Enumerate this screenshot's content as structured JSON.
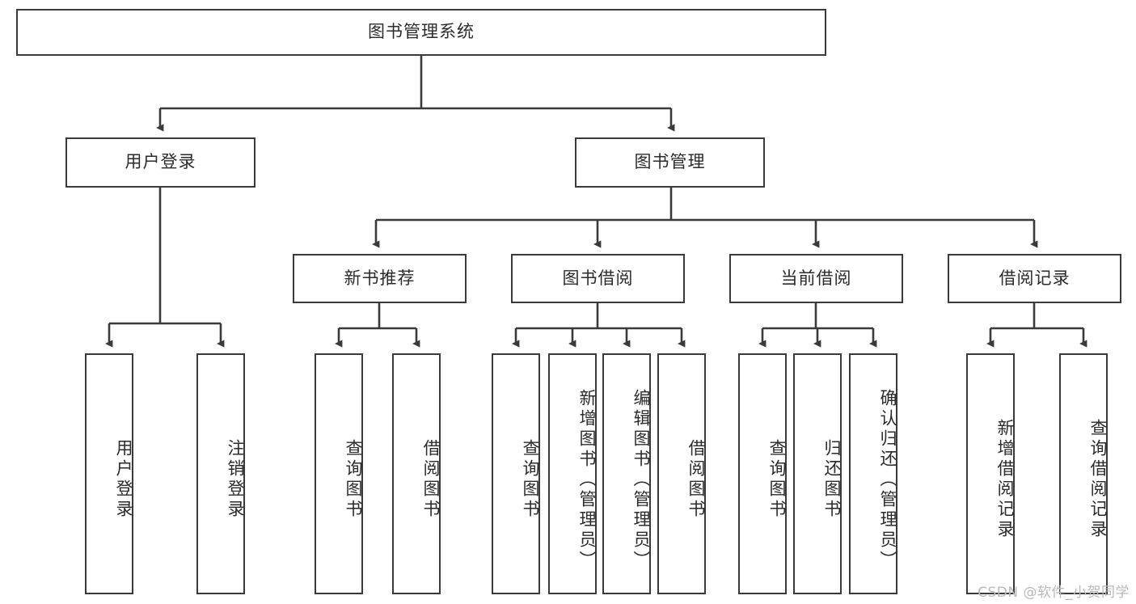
{
  "diagram": {
    "title": "图书管理系统",
    "type": "hierarchy-tree",
    "colors": {
      "box_border": "#3a3a3a",
      "box_fill": "#ffffff",
      "edge": "#3a3a3a",
      "text": "#2b2b2b",
      "watermark": "#b9b9b9"
    },
    "levels": {
      "root": {
        "label": "图书管理系统"
      },
      "level2": [
        {
          "label": "用户登录"
        },
        {
          "label": "图书管理"
        }
      ],
      "level3": [
        {
          "label": "新书推荐"
        },
        {
          "label": "图书借阅"
        },
        {
          "label": "当前借阅"
        },
        {
          "label": "借阅记录"
        }
      ],
      "leaves": {
        "user_login": [
          {
            "label": "用户登录"
          },
          {
            "label": "注销登录"
          }
        ],
        "new_book_recommend": [
          {
            "label": "查询图书"
          },
          {
            "label": "借阅图书"
          }
        ],
        "book_borrow": [
          {
            "label": "查询图书"
          },
          {
            "label": "新增图书（管理员）"
          },
          {
            "label": "编辑图书（管理员）"
          },
          {
            "label": "借阅图书"
          }
        ],
        "current_borrow": [
          {
            "label": "查询图书"
          },
          {
            "label": "归还图书"
          },
          {
            "label": "确认归还（管理员）"
          }
        ],
        "borrow_record": [
          {
            "label": "新增借阅记录"
          },
          {
            "label": "查询借阅记录"
          }
        ]
      }
    }
  },
  "watermark": {
    "text": "CSDN @软件_小贺同学"
  }
}
